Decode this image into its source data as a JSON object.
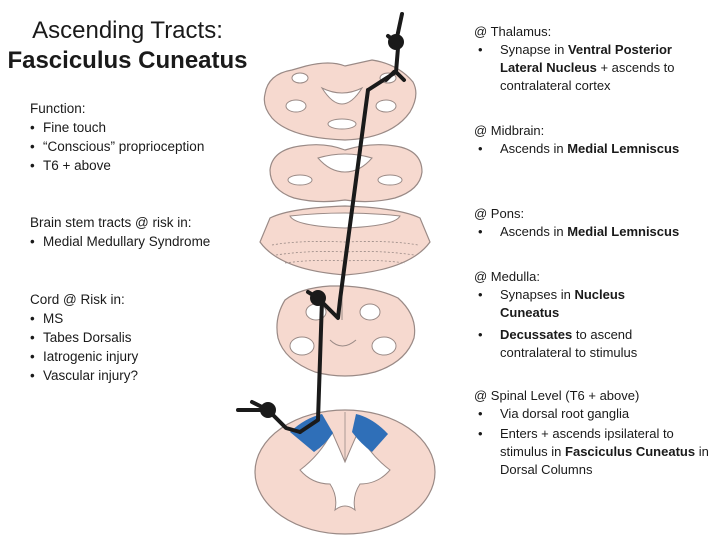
{
  "title": {
    "line1": "Ascending Tracts:",
    "line2": "Fasciculus Cuneatus"
  },
  "function_block": {
    "heading": "Function:",
    "items": [
      "Fine touch",
      "“Conscious” proprioception",
      "T6 + above"
    ]
  },
  "brainstem_block": {
    "heading": "Brain stem tracts @ risk in:",
    "items": [
      "Medial Medullary Syndrome"
    ]
  },
  "cord_block": {
    "heading": "Cord @ Risk in:",
    "items": [
      "MS",
      "Tabes Dorsalis",
      "Iatrogenic injury",
      "Vascular injury?"
    ]
  },
  "thalamus": {
    "heading": "@ Thalamus:",
    "item_pre": "Synapse in ",
    "item_bold": "Ventral Posterior Lateral Nucleus",
    "item_post": " + ascends to contralateral cortex"
  },
  "midbrain": {
    "heading": "@ Midbrain:",
    "item_pre": "Ascends in ",
    "item_bold": "Medial Lemniscus"
  },
  "pons": {
    "heading": "@ Pons:",
    "item_pre": "Ascends in ",
    "item_bold": "Medial Lemniscus"
  },
  "medulla": {
    "heading": "@ Medulla:",
    "item1_pre": "Synapses in ",
    "item1_bold": "Nucleus Cuneatus",
    "item2_bold": "Decussates",
    "item2_post": " to ascend contralateral to stimulus"
  },
  "spinal": {
    "heading": "@ Spinal Level (T6 + above)",
    "item1": "Via dorsal root ganglia",
    "item2_pre": "Enters + ascends ipsilateral to stimulus in ",
    "item2_bold": "Fasciculus Cuneatus",
    "item2_post": " in Dorsal Columns"
  },
  "colors": {
    "tissue": "#f6d9cf",
    "tissue_stroke": "#9a8a86",
    "pathway": "#1a1a1a",
    "tract_highlight": "#2f6fb8"
  }
}
